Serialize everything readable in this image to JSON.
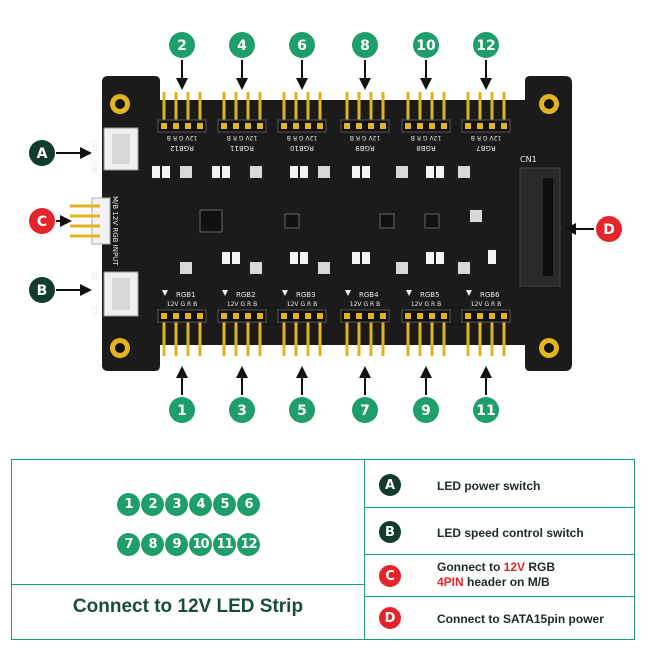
{
  "top_connectors": [
    "2",
    "4",
    "6",
    "8",
    "10",
    "12"
  ],
  "bottom_connectors": [
    "1",
    "3",
    "5",
    "7",
    "9",
    "11"
  ],
  "side_letters": {
    "a": "A",
    "b": "B",
    "c": "C",
    "d": "D"
  },
  "colors": {
    "green": "#1e9e6a",
    "dark": "#123b30",
    "red": "#e3242b",
    "pcb": "#1b1b1b",
    "gold": "#e3b321"
  },
  "pcb": {
    "top_headers": [
      "RGB12",
      "RGB11",
      "RGB10",
      "RGB9",
      "RGB8",
      "RGB7"
    ],
    "bottom_headers": [
      "RGB1",
      "RGB2",
      "RGB3",
      "RGB4",
      "RGB5",
      "RGB6"
    ],
    "pin_labels": "12V G R B",
    "switch_top": {
      "off": "OFF",
      "on": "ON"
    },
    "switch_bottom": {
      "s1": "S1",
      "s2": "S2"
    },
    "input_label": "M/B 12V RGB INPUT",
    "sata_label": "CN1"
  },
  "legend": {
    "numbers_row1": [
      "1",
      "2",
      "3",
      "4",
      "5",
      "6"
    ],
    "numbers_row2": [
      "7",
      "8",
      "9",
      "10",
      "11",
      "12"
    ],
    "strip_label": "Connect to 12V LED Strip",
    "rows": [
      {
        "letter": "A",
        "text": "LED power switch"
      },
      {
        "letter": "B",
        "text": "LED speed control switch"
      },
      {
        "letter": "C",
        "text_before": "Gonnect to ",
        "text_red1": "12V",
        "text_after": " RGB",
        "text_red2": "4PIN",
        "text_line2": " header on M/B"
      },
      {
        "letter": "D",
        "text": "Connect to SATA15pin power"
      }
    ]
  }
}
